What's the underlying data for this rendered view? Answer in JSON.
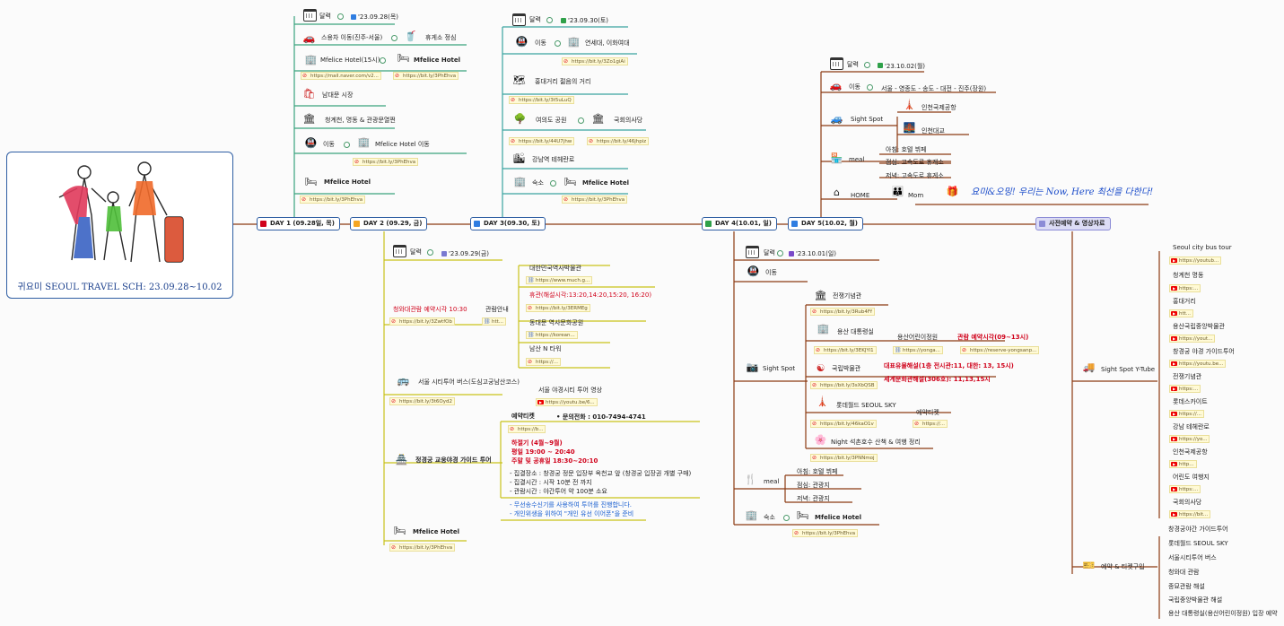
{
  "root": {
    "title": "귀요미 SEOUL TRAVEL SCH: 23.09.28~10.02"
  },
  "days": {
    "d1": {
      "label": "DAY 1 (09.28일, 목)",
      "color": "#d0021b"
    },
    "d2": {
      "label": "DAY 2 (09.29, 금)",
      "color": "#f5a623"
    },
    "d3": {
      "label": "DAY 3(09.30, 토)",
      "color": "#2f7de1"
    },
    "d4": {
      "label": "DAY 4(10.01, 일)",
      "color": "#2fa14a"
    },
    "d5": {
      "label": "DAY 5(10.02, 월)",
      "color": "#2f7de1"
    },
    "pre": {
      "label": "사전예약 & 영상자료",
      "color": "#8c8cd6"
    }
  },
  "d1": {
    "cal": "달력",
    "date": "'23.09.28(목)",
    "car": "스용차 이동(진주-서울)",
    "rest": "휴게소 정심",
    "hotel": "Mfelice Hotel(15시)",
    "hotel_name": "Mfelice Hotel",
    "mail_link": "https://mail.naver.com/v2...",
    "hotel_link": "https://bit.ly/3PhEhva",
    "market": "남대문 시장",
    "stream": "청계천, 명동 & 관광문열쩐",
    "move": "이동",
    "move_hotel": "Mfelice Hotel 이동",
    "move_link": "https://bit.ly/3PhEhva",
    "last_hotel": "Mfelice Hotel",
    "last_link": "https://bit.ly/3PhEhva"
  },
  "d2": {
    "cal": "달력",
    "date": "'23.09.29(금)",
    "bluehouse": "청와대관람 예약시각 10:30",
    "bh_link": "https://bit.ly/3ZwtfOb",
    "guide": "관람안내",
    "guide_link": "htt...",
    "museum": "대한민국역사박물관",
    "museum_link": "https://www.much.g...",
    "time": "휴관(해설시각:13:20,14:20,15:20, 16:20)",
    "time_link": "https://bit.ly/3ERMEg",
    "yongsan": "동대문 역사문화공원",
    "ys_link": "https://korean...",
    "tower": "남산 N 타워",
    "tower_link": "https://...",
    "bus": "서울 시티투어 버스(도심고궁남산코스)",
    "bus_link": "https://bit.ly/3t6Oyd2",
    "night": "서울 야경시티 투어 영상",
    "night_link": "https://youtu.be/6...",
    "palace": "정경궁 교웅야경 가이드 투어",
    "ticket": "예약티켓",
    "phone": "• 문의전화 : 010-7494-4741",
    "ticket_link": "https://b...",
    "s1": "하절기 (4월~9월)",
    "s2": "평일 19:00 ~ 20:40",
    "s3": "주말 및 공휴일 18:30~20:10",
    "r1": "- 집결장소 : 창경궁 정문 입장부 옥천교 앞 (창경궁 입장권 개별 구매)",
    "r2": "- 집결시간 : 시작 10분 전 까지",
    "r3": "- 관람시간 : 야간투어 약 100분 소요",
    "n1": "- 무선송수신기를 사용하여 투어를 진행합니다.",
    "n2": "- 개인위생을 위하여 \"개인 유선 이어폰\"을 준비",
    "hotel": "Mfelice Hotel",
    "hotel_link": "https://bit.ly/3PhEhva"
  },
  "d3": {
    "cal": "달력",
    "date": "'23.09.30(토)",
    "move": "이동",
    "univ": "연세대, 이화여대",
    "univ_link": "https://bit.ly/3Zo1giAi",
    "street": "홍대거리 젊음의 거리",
    "street_link": "https://bit.ly/3t5uLuQ",
    "park": "여의도 공원",
    "park_link": "https://bit.ly/44U7jhw",
    "assembly": "국회의사당",
    "as_link": "https://bit.ly/46jhpiz",
    "temple": "강남역 테헤란로",
    "stay": "숙소",
    "hotel": "Mfelice Hotel",
    "hotel_link": "https://bit.ly/3PhEhva"
  },
  "d4": {
    "cal": "달력",
    "date": "'23.10.01(일)",
    "move": "이동",
    "sight": "Sight Spot",
    "war": "전쟁기념관",
    "war_link": "https://bit.ly/3Rub4Ff",
    "ys": "용산 대통령실",
    "ys_link": "https://bit.ly/3EKJYi1",
    "ys_garden": "용산어린이정원",
    "ys_glink": "https://yonga...",
    "ys_time": "관람 예약시각(09~13시)",
    "ys_tlink": "https://reserve-yongsanp...",
    "nat": "국립박물관",
    "nat_time": "대표유물해설(1층 전시관:11, 대한: 13, 15시)",
    "nat_time2": "세계문화관해설(306호): 11,13,15시",
    "nat_link": "https://bit.ly/3sXbQSB",
    "lotte": "롯데월드 SEOUL SKY",
    "lotte_ticket": "예약티켓",
    "lotte_link": "https://bit.ly/46kaO1v",
    "lotte_tlink": "https://...",
    "night": "Night 석촌호수 산책 & 여행 정리",
    "night_link": "https://bit.ly/3PNNmoj",
    "meal": "meal",
    "m1": "아침: 호텔 뷔페",
    "m2": "점심: 관광지",
    "m3": "저녁: 관광지",
    "stay": "숙소",
    "hotel": "Mfelice Hotel",
    "hotel_link": "https://bit.ly/3PhEhva"
  },
  "d5": {
    "cal": "달력",
    "date": "'23.10.02(월)",
    "move": "이동",
    "route": "서울 - 영종도 - 송도 - 대전 - 진주(장원)",
    "sight": "Sight Spot",
    "airport": "인천국제공항",
    "bridge": "인천대교",
    "meal": "meal",
    "m1": "아침: 호텔 뷔페",
    "m2": "점심: 고속도로 휴게소",
    "m3": "저녁: 고속도로 휴게소",
    "home": "HOME",
    "mom": "Mom",
    "note": "요미&오밍! 우리는 Now, Here 최선을 다한다!"
  },
  "pre": {
    "yt_title": "Sight Spot Y-Tube",
    "videos": [
      {
        "label": "Seoul city bus tour",
        "link": "https://youtub..."
      },
      {
        "label": "청계천 명동",
        "link": "https:..."
      },
      {
        "label": "홍대거리",
        "link": "htt..."
      },
      {
        "label": "용산국립중앙박물관",
        "link": "https://yout..."
      },
      {
        "label": "창경궁 야경 가이드투어",
        "link": "https://youtu.be..."
      },
      {
        "label": "전쟁기념관",
        "link": "https:..."
      },
      {
        "label": "롯데스카이트",
        "link": "https://..."
      },
      {
        "label": "강남 테헤란로",
        "link": "https://yo..."
      },
      {
        "label": "인천국제공항",
        "link": "http..."
      },
      {
        "label": "어린도 여행지",
        "link": "https:..."
      },
      {
        "label": "국회의사당",
        "link": "https://bit..."
      }
    ],
    "res_title": "예약 & 티켓구입",
    "reservations": [
      "창경궁야간 가이드투어",
      "롯데월드 SEOUL SKY",
      "서울시티투어 버스",
      "청와대 관람",
      "종묘관람 해설",
      "국립중앙박물관 해설",
      "용산 대통령실(용산어린이정원) 입장 예약"
    ]
  }
}
